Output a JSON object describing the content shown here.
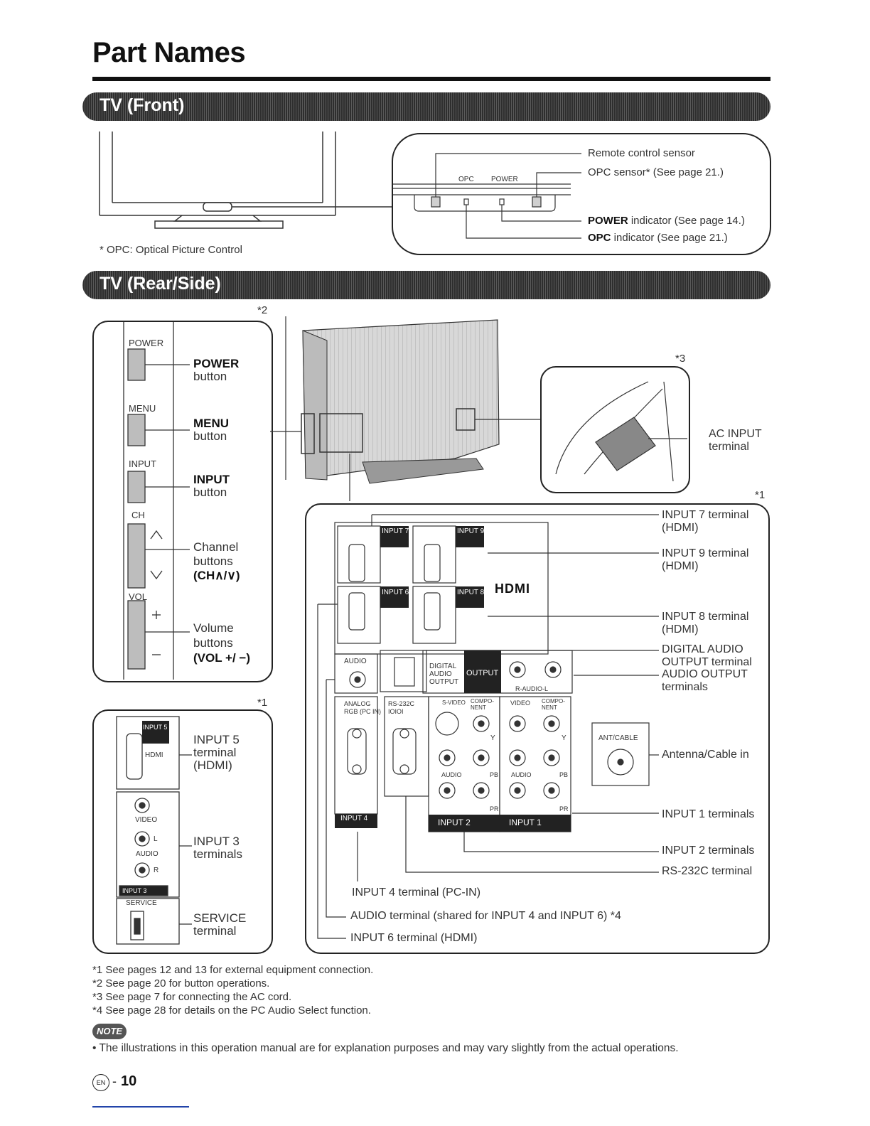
{
  "page": {
    "title": "Part Names",
    "page_number": "10",
    "lang_badge": "EN"
  },
  "front": {
    "heading": "TV (Front)",
    "opc_footnote": "* OPC: Optical Picture Control",
    "panel_labels": {
      "opc": "OPC",
      "power": "POWER"
    },
    "callouts": {
      "remote_sensor": "Remote control sensor",
      "opc_sensor": "OPC sensor* (See page 21.)",
      "power_indicator_bold": "POWER",
      "power_indicator_rest": " indicator (See page 14.)",
      "opc_indicator_bold": "OPC",
      "opc_indicator_rest": " indicator (See page 21.)"
    }
  },
  "rear": {
    "heading": "TV (Rear/Side)",
    "marks": {
      "m2": "*2",
      "m3": "*3",
      "m1a": "*1",
      "m1b": "*1"
    },
    "side_buttons": {
      "power_tag": "POWER",
      "menu_tag": "MENU",
      "input_tag": "INPUT",
      "ch_tag": "CH",
      "vol_tag": "VOL",
      "power_bold": "POWER",
      "power_rest": "button",
      "menu_bold": "MENU",
      "menu_rest": "button",
      "input_bold": "INPUT",
      "input_rest": "button",
      "channel_1": "Channel",
      "channel_2": "buttons",
      "channel_3": "(CH∧/∨)",
      "volume_1": "Volume",
      "volume_2": "buttons",
      "volume_3": "(VOL +/ −)"
    },
    "side_terminals": {
      "input5_1": "INPUT 5",
      "input5_2": "terminal",
      "input5_3": "(HDMI)",
      "input3_1": "INPUT 3",
      "input3_2": "terminals",
      "service_1": "SERVICE",
      "service_2": "terminal",
      "tag_input5": "INPUT 5",
      "tag_hdmi": "HDMI",
      "tag_video": "VIDEO",
      "tag_audio": "AUDIO",
      "tag_l": "L",
      "tag_r": "R",
      "tag_input3": "INPUT 3",
      "tag_service": "SERVICE"
    },
    "ac_input": {
      "line1": "AC INPUT",
      "line2": "terminal"
    },
    "rear_callouts": {
      "input7_1": "INPUT 7 terminal",
      "input7_2": "(HDMI)",
      "input9_1": "INPUT 9 terminal",
      "input9_2": "(HDMI)",
      "input8_1": "INPUT 8 terminal",
      "input8_2": "(HDMI)",
      "digital_1": "DIGITAL AUDIO",
      "digital_2": "OUTPUT terminal",
      "audio_out_1": "AUDIO OUTPUT",
      "audio_out_2": "terminals",
      "antenna": "Antenna/Cable in",
      "input1": "INPUT 1 terminals",
      "input2": "INPUT 2 terminals",
      "rs232c": "RS-232C terminal",
      "input4": "INPUT 4 terminal (PC-IN)",
      "audio_shared": "AUDIO terminal (shared for INPUT 4 and INPUT 6) *4",
      "input6": "INPUT 6 terminal (HDMI)"
    },
    "panel_tags": {
      "input7": "INPUT 7",
      "input9": "INPUT 9",
      "input6": "INPUT 6",
      "input8": "INPUT 8",
      "hdmi_logo": "HDMI",
      "audio": "AUDIO",
      "digital": "DIGITAL",
      "digital_audio": "AUDIO",
      "digital_output": "OUTPUT",
      "output": "OUTPUT",
      "r_audio_l": "R-AUDIO-L",
      "analog": "ANALOG",
      "rgb": "RGB (PC IN)",
      "rs232c": "RS-232C",
      "ioioi": "IOIOI",
      "svideo": "S-VIDEO",
      "compo": "COMPO-",
      "nent": "NENT",
      "video": "VIDEO",
      "y": "Y",
      "pb": "PB",
      "pr": "PR",
      "l": "L",
      "r": "R",
      "audio_small": "AUDIO",
      "input4": "INPUT 4",
      "input2": "INPUT 2",
      "input1": "INPUT 1",
      "ant_cable": "ANT/CABLE"
    }
  },
  "footnotes": {
    "n1": "*1 See pages 12 and 13 for external equipment connection.",
    "n2": "*2 See page 20 for button operations.",
    "n3": "*3 See page 7 for connecting the AC cord.",
    "n4": "*4 See page 28 for details on the PC Audio Select function."
  },
  "note": {
    "badge": "NOTE",
    "bullet": "• The illustrations in this operation manual are for explanation purposes and may vary slightly from the actual operations."
  }
}
